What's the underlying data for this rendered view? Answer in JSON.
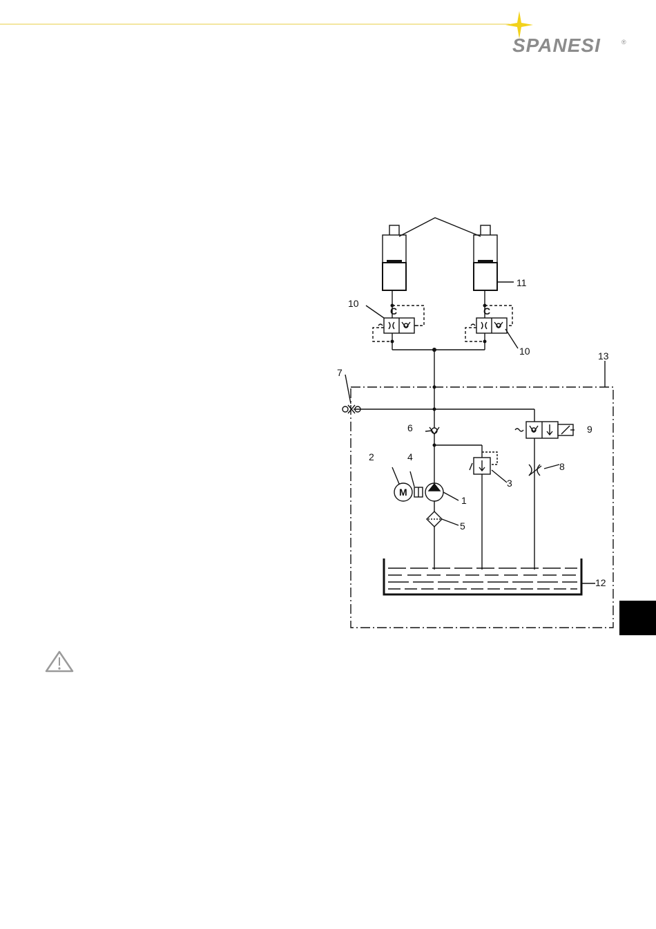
{
  "brand": {
    "name": "SPANESI",
    "registered": "®"
  },
  "diagram": {
    "component_labels": [
      "1",
      "2",
      "3",
      "4",
      "5",
      "6",
      "7",
      "8",
      "9",
      "10",
      "10",
      "11",
      "12",
      "13"
    ],
    "port_labels": [
      "C",
      "C"
    ]
  },
  "colors": {
    "rule": "#f3e6a0",
    "star": "#f2d21c",
    "logo_text": "#8c8c8c",
    "tab": "#000000"
  },
  "icons": [
    "star-logo-icon",
    "warning-triangle-icon"
  ]
}
